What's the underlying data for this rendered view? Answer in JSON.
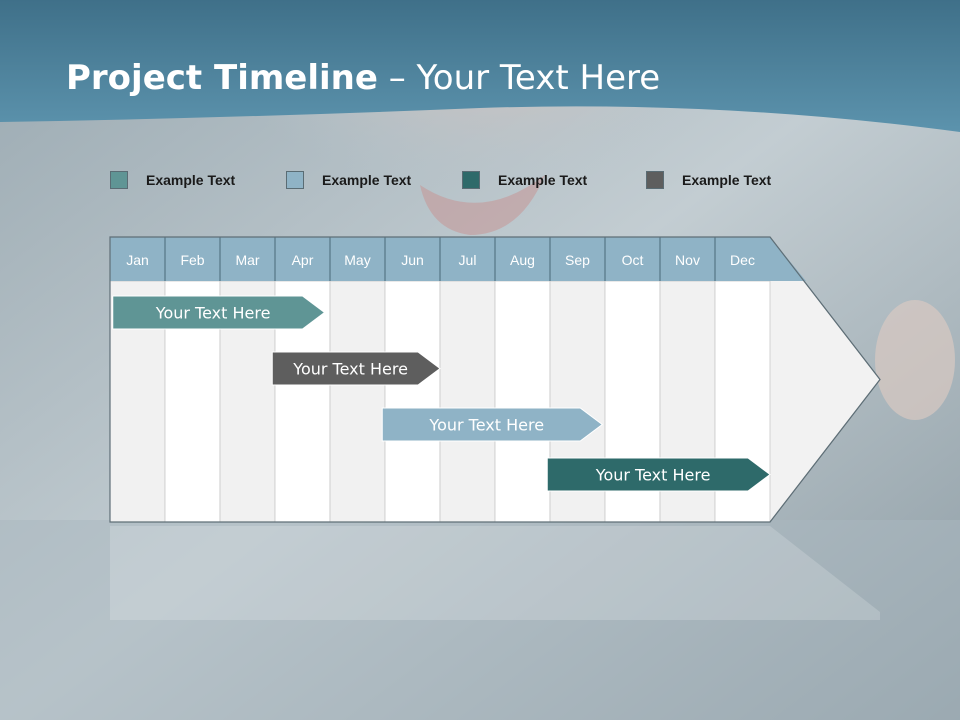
{
  "slide": {
    "title_bold": "Project Timeline",
    "title_rest": " – Your Text Here"
  },
  "legend": [
    {
      "label": "Example Text",
      "color": "#5f9595"
    },
    {
      "label": "Example Text",
      "color": "#8fb3c6"
    },
    {
      "label": "Example Text",
      "color": "#2e6a6a"
    },
    {
      "label": "Example Text",
      "color": "#5e5e5e"
    }
  ],
  "timeline": {
    "months": [
      "Jan",
      "Feb",
      "Mar",
      "Apr",
      "May",
      "Jun",
      "Jul",
      "Aug",
      "Sep",
      "Oct",
      "Nov",
      "Dec"
    ],
    "bars": [
      {
        "label": "Your  Text Here",
        "start": 0.05,
        "end": 3.9,
        "color": "#5f9595"
      },
      {
        "label": "Your  Text Here",
        "start": 2.95,
        "end": 6.0,
        "color": "#5e5e5e"
      },
      {
        "label": "Your  Text Here",
        "start": 4.95,
        "end": 8.95,
        "color": "#8fb3c6"
      },
      {
        "label": "Your  Text Here",
        "start": 7.95,
        "end": 12.0,
        "color": "#2e6a6a"
      }
    ]
  },
  "colors": {
    "header_fill": "#8fb3c6",
    "banner": "#4f86a1"
  }
}
